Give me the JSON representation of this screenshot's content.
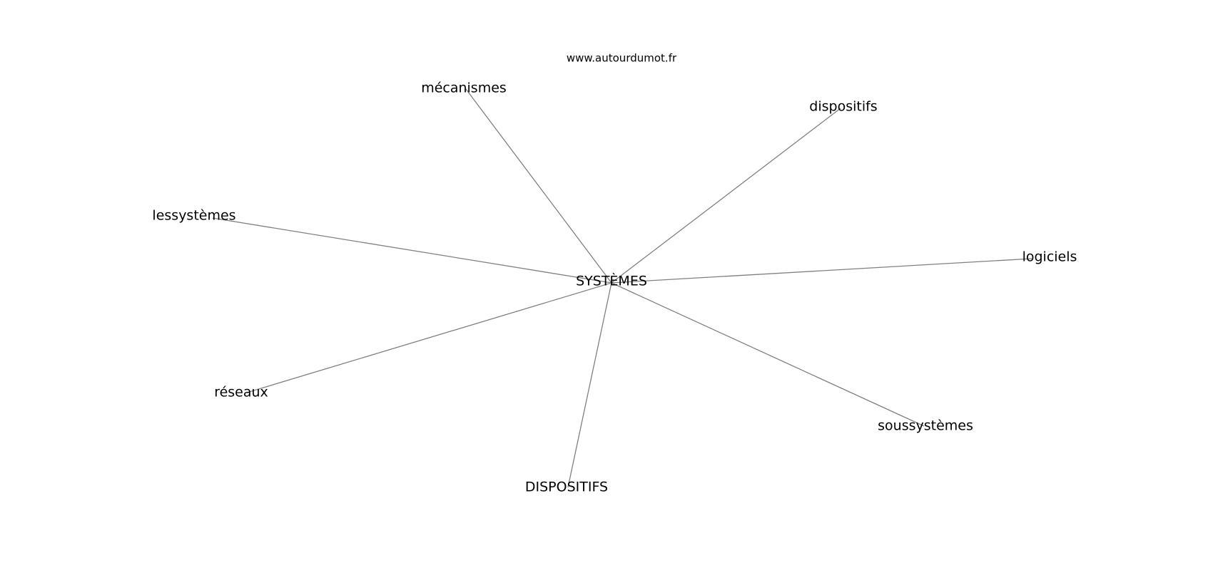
{
  "watermark": "www.autourdumot.fr",
  "center": {
    "label": "SYSTÈMES"
  },
  "nodes": [
    {
      "id": "mecanismes",
      "label": "mécanismes"
    },
    {
      "id": "dispositifs",
      "label": "dispositifs"
    },
    {
      "id": "lessystemes",
      "label": "lessystèmes"
    },
    {
      "id": "logiciels",
      "label": "logiciels"
    },
    {
      "id": "reseaux",
      "label": "réseaux"
    },
    {
      "id": "soussystemes",
      "label": "soussystèmes"
    },
    {
      "id": "dispositifs-upper",
      "label": "DISPOSITIFS"
    }
  ],
  "colors": {
    "edge": "#808080",
    "text": "#000000",
    "background": "#ffffff"
  }
}
